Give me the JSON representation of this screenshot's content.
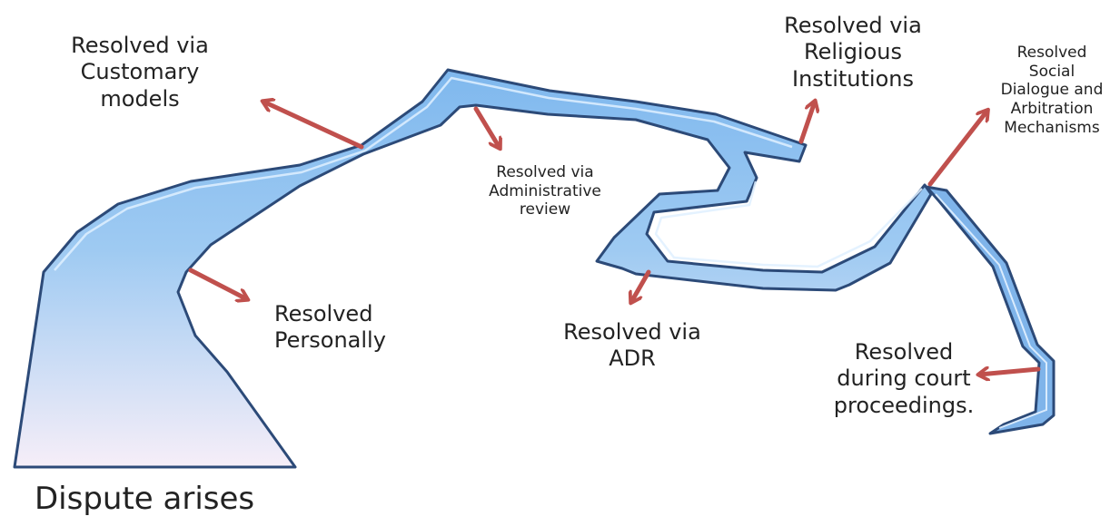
{
  "title": "Dispute arises",
  "labels": {
    "customary": [
      "Resolved via",
      "Customary",
      "models"
    ],
    "personally": [
      "Resolved",
      "Personally"
    ],
    "administrative": [
      "Resolved via",
      "Administrative",
      "review"
    ],
    "religious": [
      "Resolved via",
      "Religious",
      "Institutions"
    ],
    "adr": [
      "Resolved via",
      "ADR"
    ],
    "social": [
      "Resolved",
      "Social",
      "Dialogue and",
      "Arbitration",
      "Mechanisms"
    ],
    "court": [
      "Resolved",
      "during court",
      "proceedings."
    ]
  },
  "colors": {
    "river_top": "#7fb8ee",
    "river_bottom": "#f6eef8",
    "river_outline": "#2c4a78",
    "river_light": "#cfe6ff",
    "arrow": "#c0504d",
    "text": "#222222"
  }
}
